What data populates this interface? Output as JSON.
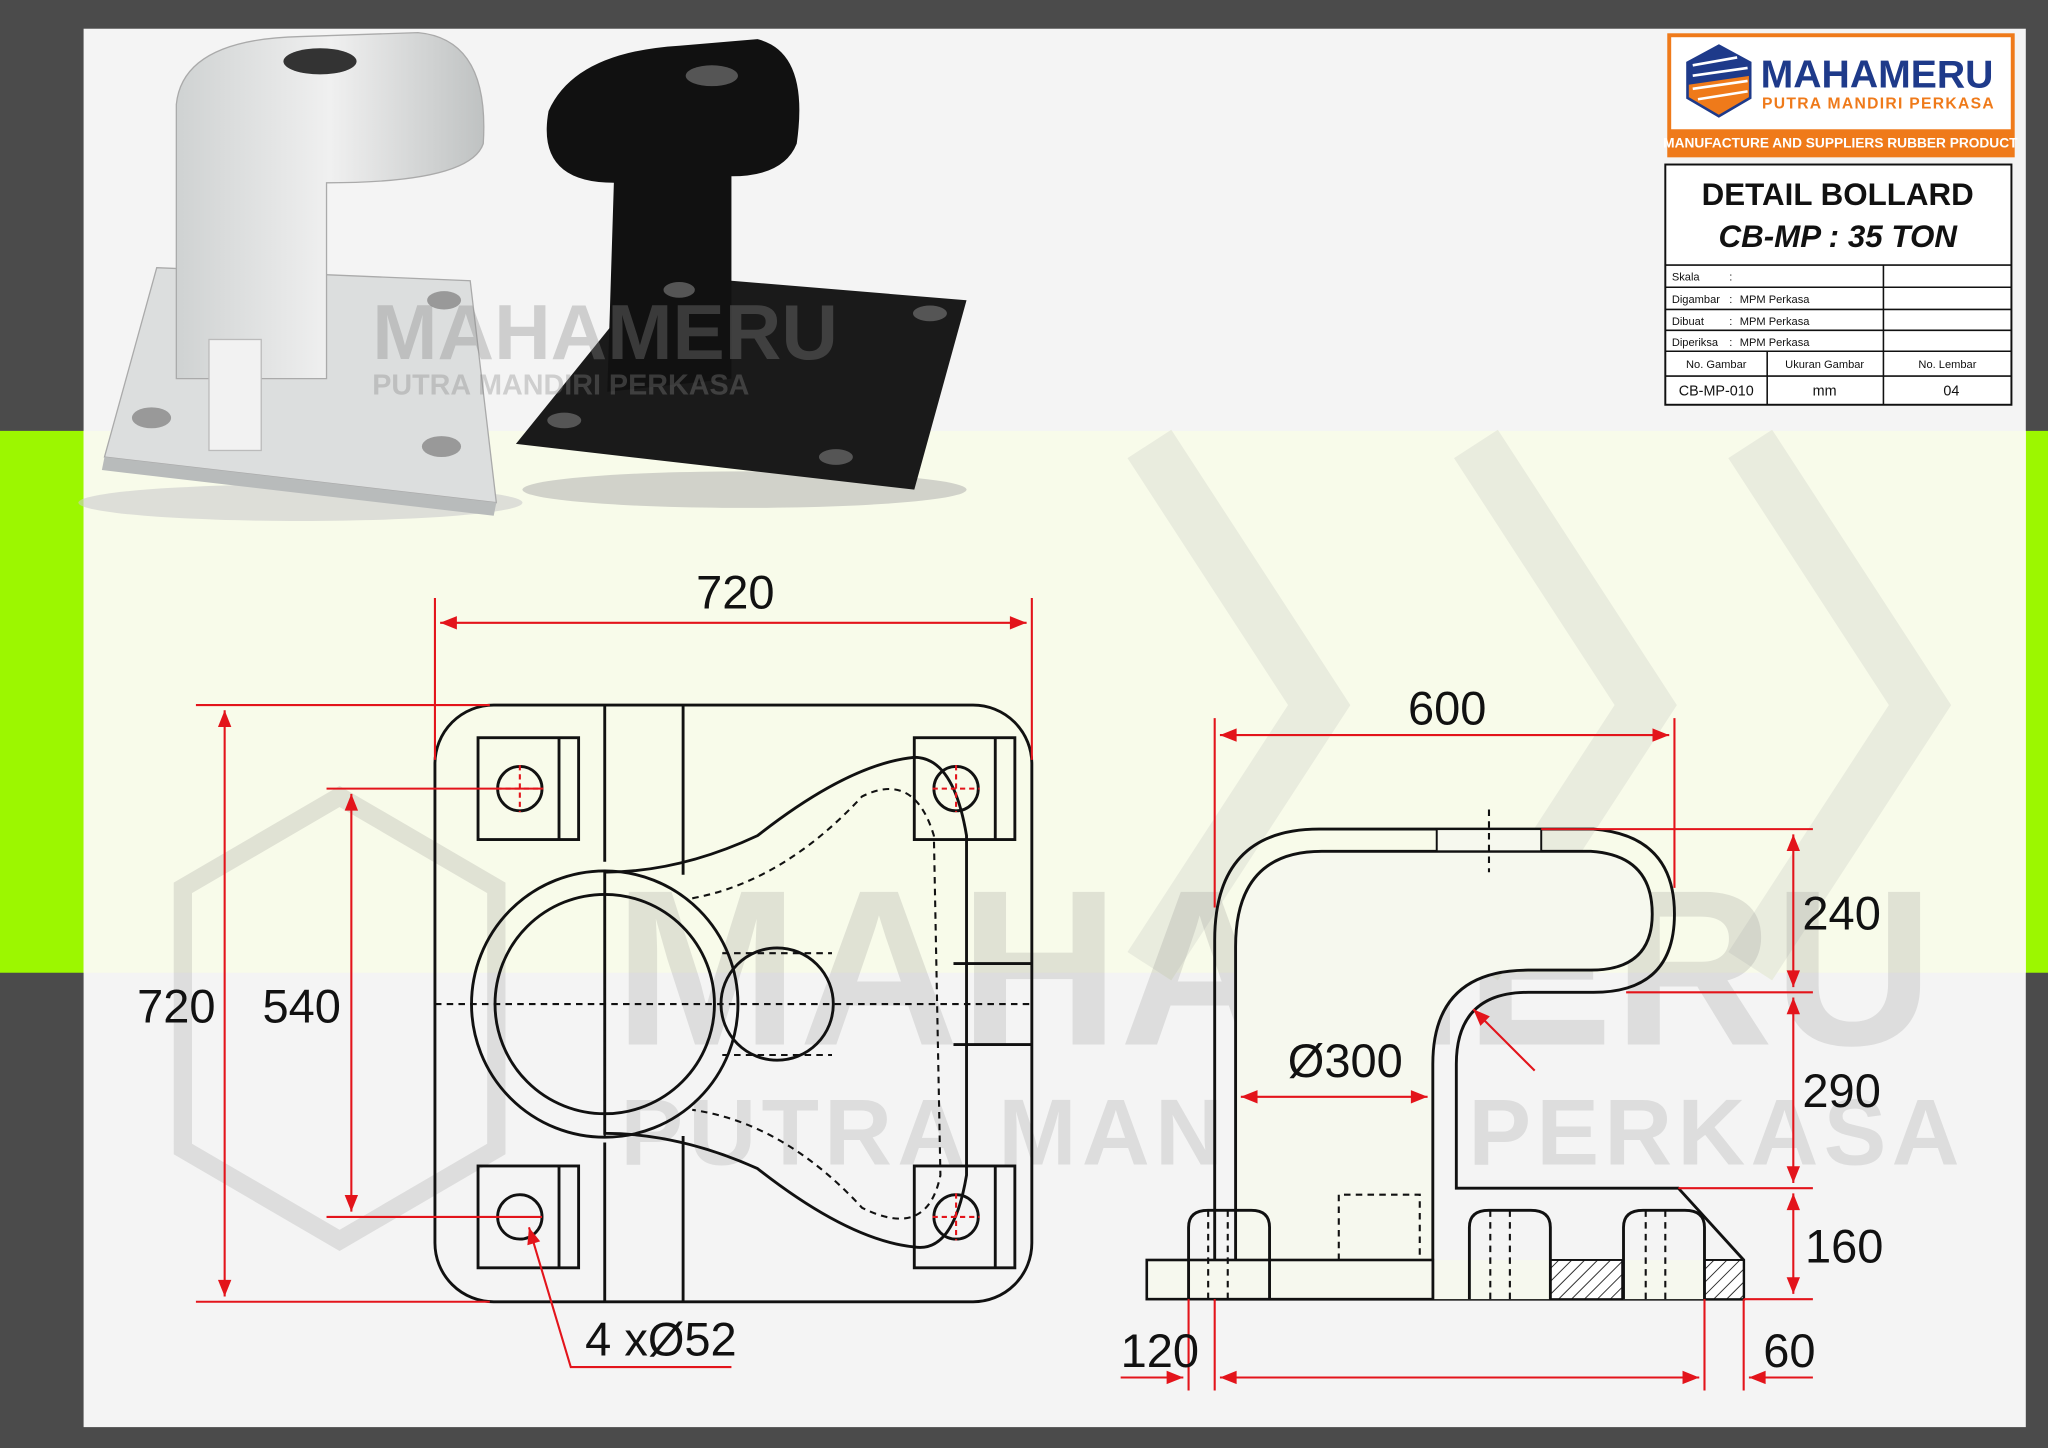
{
  "logo": {
    "brand": "MAHAMERU",
    "subtitle": "PUTRA MANDIRI PERKASA",
    "tagline": "MANUFACTURE AND SUPPLIERS RUBBER PRODUCT"
  },
  "watermark": {
    "brand": "MAHAMERU",
    "subtitle": "PUTRA MANDIRI PERKASA"
  },
  "title_block": {
    "title": "DETAIL BOLLARD",
    "model": "CB-MP : 35 TON",
    "rows": [
      {
        "label": "Skala",
        "value": ""
      },
      {
        "label": "Digambar",
        "value": "MPM Perkasa"
      },
      {
        "label": "Dibuat",
        "value": "MPM Perkasa"
      },
      {
        "label": "Diperiksa",
        "value": "MPM Perkasa"
      }
    ],
    "colon": ":",
    "headers": [
      "No. Gambar",
      "Ukuran Gambar",
      "No. Lembar"
    ],
    "values": [
      "CB-MP-010",
      "mm",
      "04"
    ]
  },
  "top_view": {
    "width": "720",
    "height": "720",
    "bolt_spacing": "540",
    "holes": "4 xØ52"
  },
  "side_view": {
    "length": "600",
    "diameter": "Ø300",
    "h_top": "240",
    "h_mid": "290",
    "h_base": "160",
    "left_offset": "120",
    "right_offset": "60"
  },
  "colors": {
    "accent_green": "#9cf700",
    "brand_blue": "#1e3a8a",
    "brand_orange": "#ef7a1a",
    "dimension_red": "#e3141b"
  }
}
